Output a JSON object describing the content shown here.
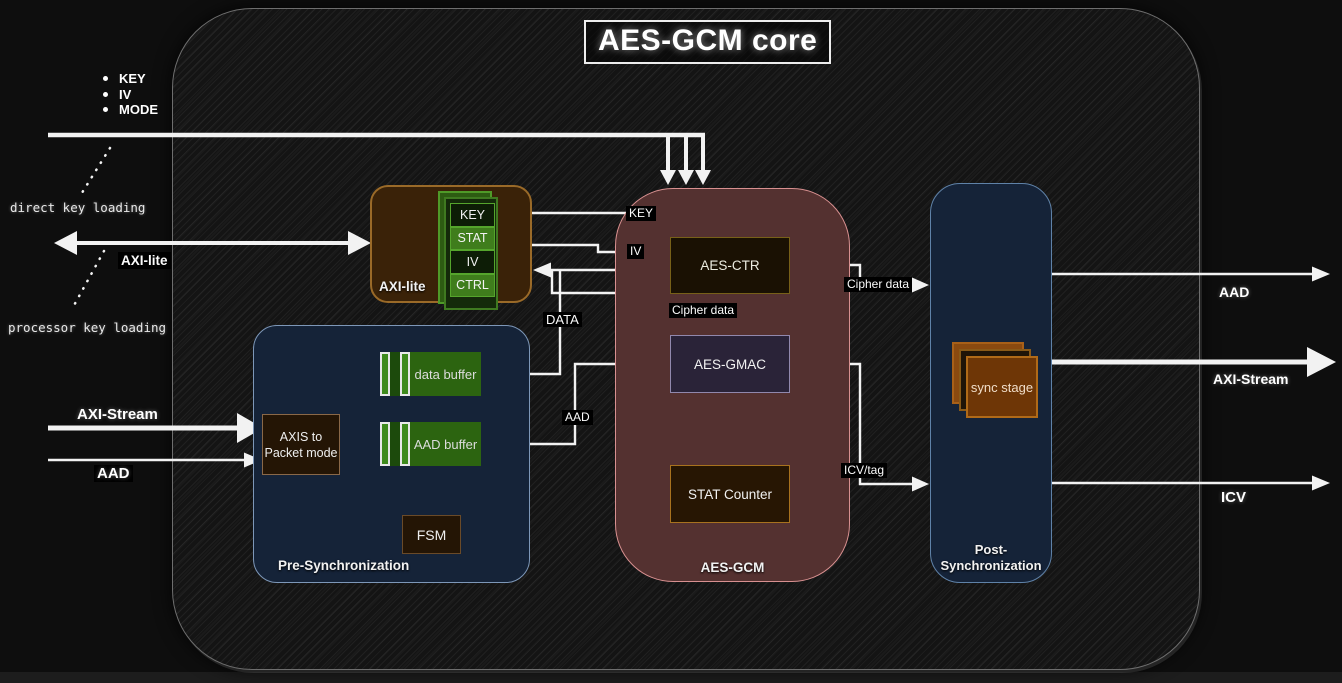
{
  "title": "AES-GCM core",
  "inputs": {
    "bullets": [
      "KEY",
      "IV",
      "MODE"
    ],
    "direct_key_loading": "direct key loading",
    "axi_lite": "AXI-lite",
    "processor_key_loading": "processor key loading",
    "axi_stream": "AXI-Stream",
    "aad": "AAD"
  },
  "axi_lite_box": {
    "label": "AXI-lite",
    "registers": [
      "KEY",
      "STAT",
      "IV",
      "CTRL"
    ]
  },
  "pre_sync": {
    "label": "Pre-Synchronization",
    "axis_block_line1": "AXIS to",
    "axis_block_line2": "Packet mode",
    "data_buffer": "data buffer",
    "aad_buffer": "AAD buffer",
    "fsm": "FSM"
  },
  "aes_gcm": {
    "label": "AES-GCM",
    "aes_ctr": "AES-CTR",
    "aes_gmac": "AES-GMAC",
    "stat_counter": "STAT Counter"
  },
  "post_sync": {
    "label_line1": "Post-",
    "label_line2": "Synchronization",
    "sync_stage": "sync stage"
  },
  "wires": {
    "key": "KEY",
    "iv": "IV",
    "data": "DATA",
    "aad": "AAD",
    "cipher_data_internal": "Cipher data",
    "cipher_data_to_post": "Cipher data",
    "icv_tag": "ICV/tag"
  },
  "outputs": {
    "aad": "AAD",
    "axi_stream": "AXI-Stream",
    "icv": "ICV"
  },
  "colors": {
    "wire": "#f2f2f2",
    "buffer_green": "#2c6410",
    "register_green": "#3f7d1c",
    "brown_block": "#241505",
    "maroon_container": "#543130",
    "navy_container": "#152338",
    "axi_lite_brown": "#3a2208",
    "sync_stage_brown": "#6e3606"
  }
}
